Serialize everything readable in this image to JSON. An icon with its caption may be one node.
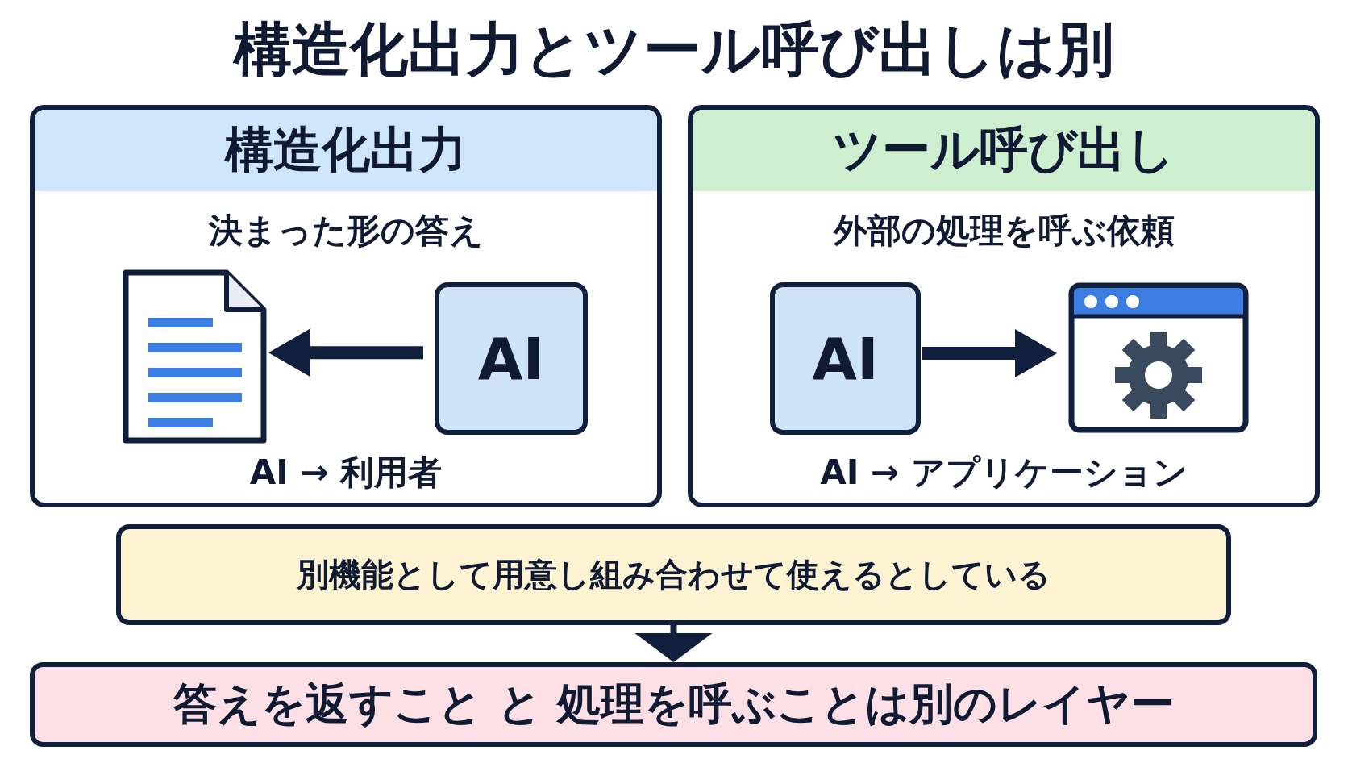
{
  "diagram": {
    "title": "構造化出力とツール呼び出しは別",
    "nodes": [
      {
        "text": [
          "構造化出力",
          "決まった形の答え",
          "AI → 利用者"
        ]
      },
      {
        "text": [],
        "shape": "document",
        "in": 0
      },
      {
        "text": [
          "AI"
        ],
        "in": 0
      },
      {
        "text": [
          "ツール呼び出し",
          "外部の処理を呼ぶ依頼",
          "AI → アプリケーション"
        ]
      },
      {
        "text": [
          "AI"
        ],
        "in": 3
      },
      {
        "text": [],
        "shape": "window",
        "in": 3
      },
      {
        "text": [
          "別機能として用意し組み合わせて使えるとしている"
        ]
      },
      {
        "text": [
          "答えを返すこと と 処理を呼ぶことは別のレイヤー"
        ]
      }
    ],
    "edges": [
      {
        "from": 2,
        "to": 1,
        "arrow": "to"
      },
      {
        "from": 4,
        "to": 5,
        "arrow": "to"
      },
      {
        "from": 6,
        "to": 7,
        "arrow": "to"
      }
    ]
  }
}
